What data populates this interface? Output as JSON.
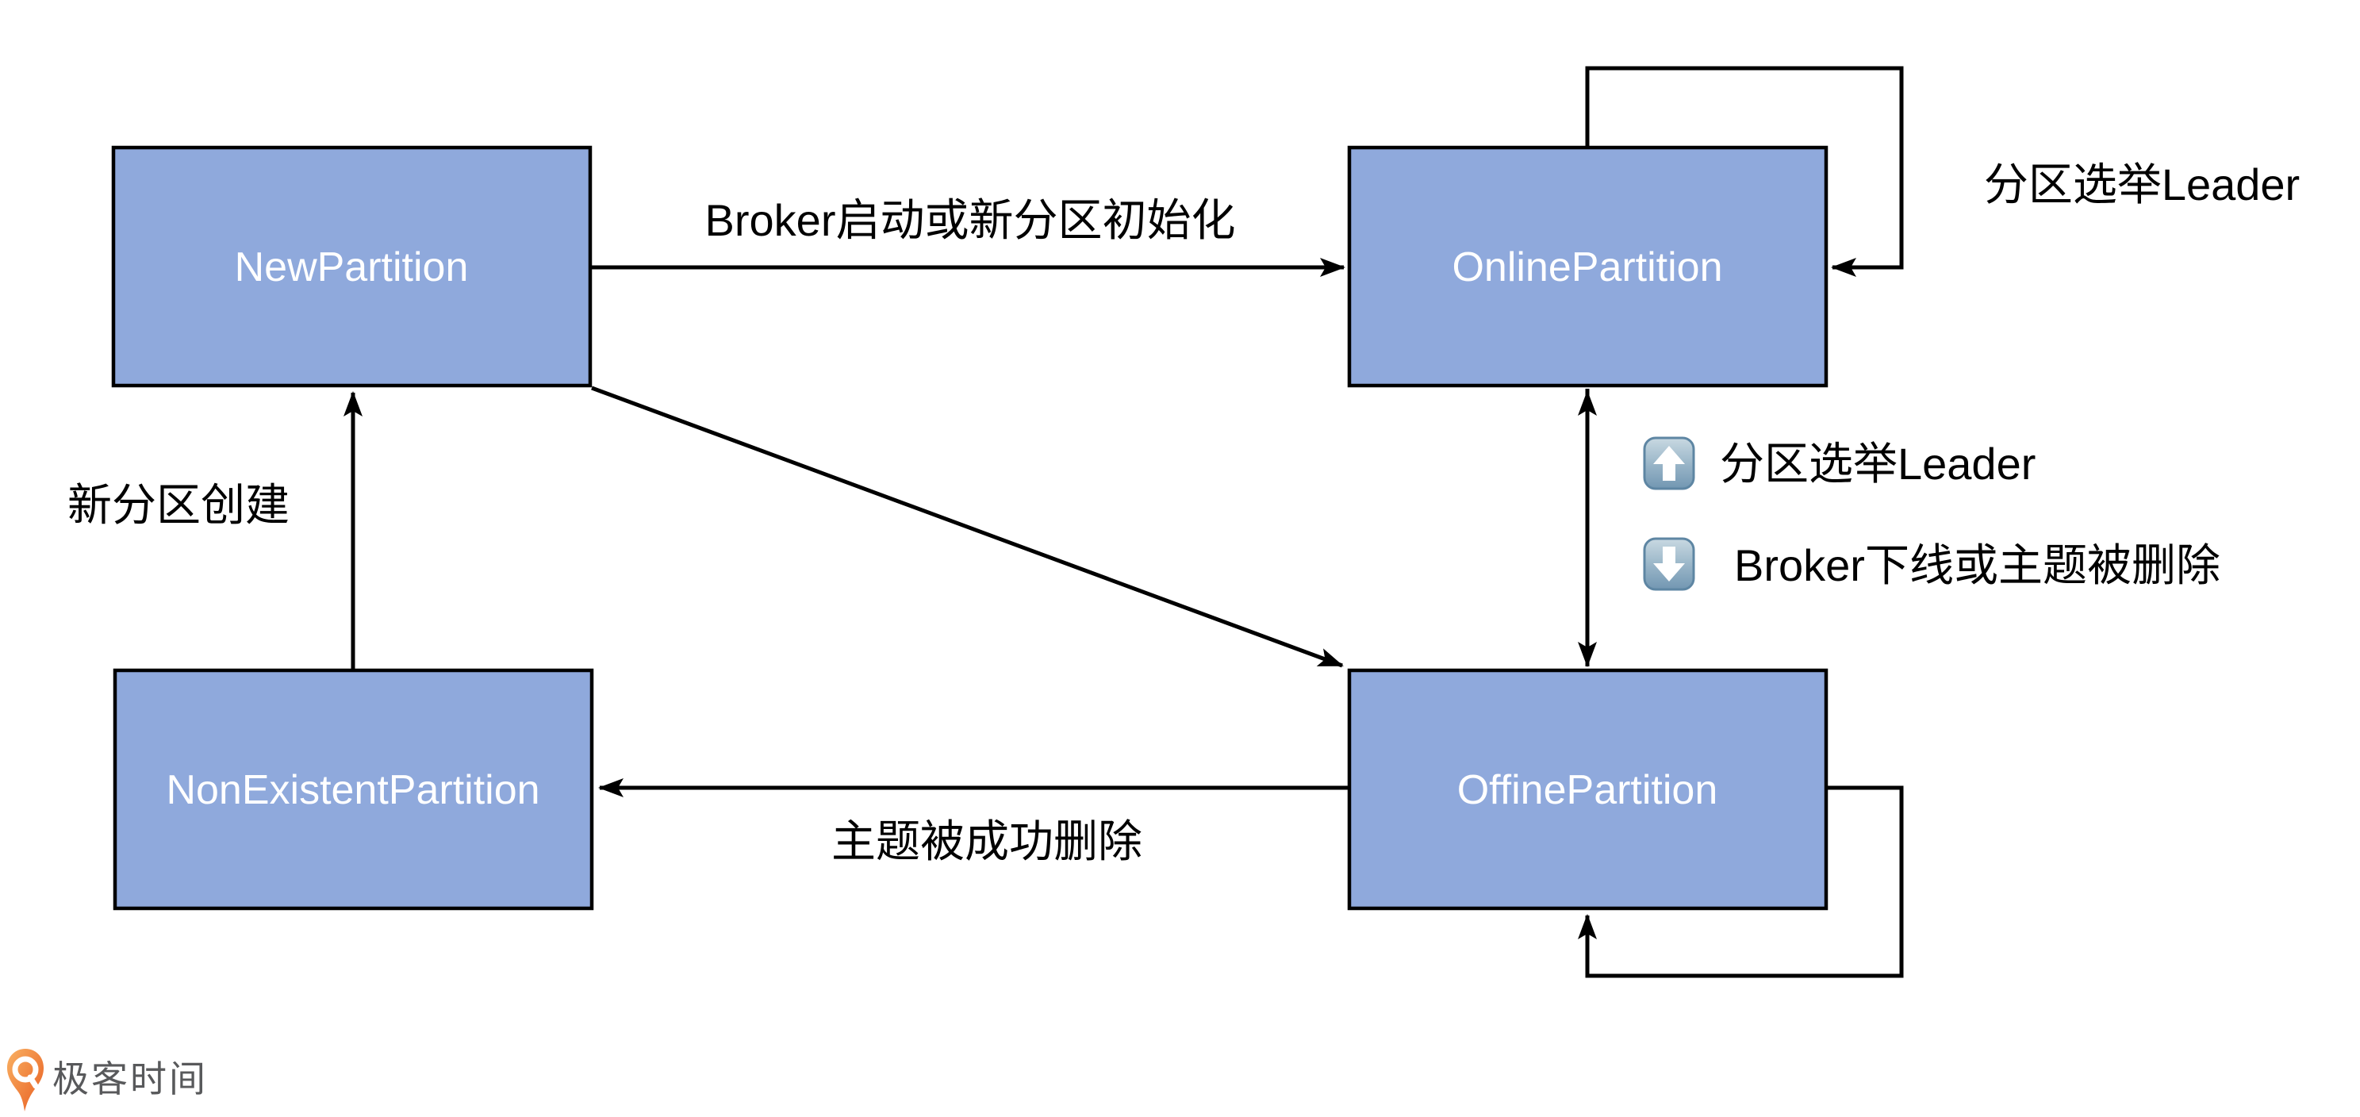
{
  "diagram": {
    "nodes": {
      "new": {
        "label": "NewPartition"
      },
      "online": {
        "label": "OnlinePartition"
      },
      "nonexistent": {
        "label": "NonExistentPartition"
      },
      "offline": {
        "label": "OffinePartition"
      }
    },
    "edge_labels": {
      "new_to_online": "Broker启动或新分区初始化",
      "online_self_loop": "分区选举Leader",
      "offline_to_online_up": "分区选举Leader",
      "online_to_offline_down": "Broker下线或主题被删除",
      "offline_to_nonexistent": "主题被成功删除",
      "nonexistent_to_new": "新分区创建"
    },
    "icons": {
      "up_arrow_icon": "⬆",
      "down_arrow_icon": "⬇"
    },
    "colors": {
      "node_fill": "#8FA9DC",
      "node_border": "#000000",
      "node_text": "#FFFFFF",
      "edge": "#000000",
      "label_text": "#000000",
      "keycap_top": "#C9D9E2",
      "keycap_bottom": "#7297B2",
      "keycap_border": "#5E86A3",
      "logo_orange": "#ED6A2C",
      "brand_text": "#58595B"
    }
  },
  "footer": {
    "brand": "极客时间"
  }
}
